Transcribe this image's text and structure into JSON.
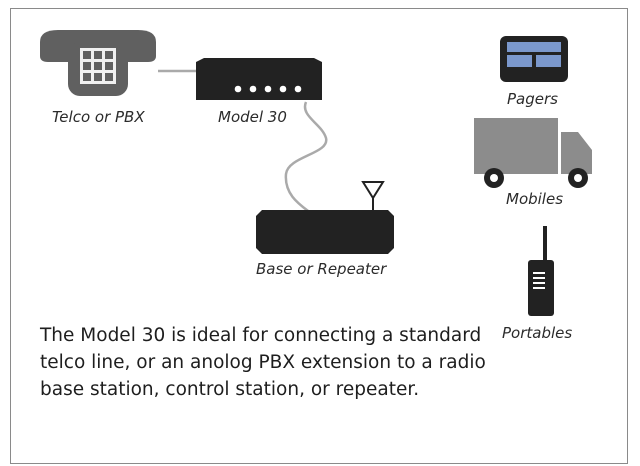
{
  "labels": {
    "telco": "Telco or PBX",
    "model30": "Model 30",
    "base": "Base or Repeater",
    "pagers": "Pagers",
    "mobiles": "Mobiles",
    "portables": "Portables"
  },
  "description": "The Model 30 is ideal for connecting a standard telco line, or an anolog PBX extension to a radio base station, control station, or repeater.",
  "icons": [
    "telephone-icon",
    "model30-device-icon",
    "base-repeater-icon",
    "antenna-icon",
    "pager-icon",
    "truck-icon",
    "portable-radio-icon"
  ],
  "colors": {
    "device": "#222222",
    "phone": "#606060",
    "phone_screen": "#cfcfcf",
    "cable": "#aaaaaa",
    "truck": "#8c8c8c",
    "pager_screen": "#7b98cc",
    "led": "#ffffff"
  }
}
